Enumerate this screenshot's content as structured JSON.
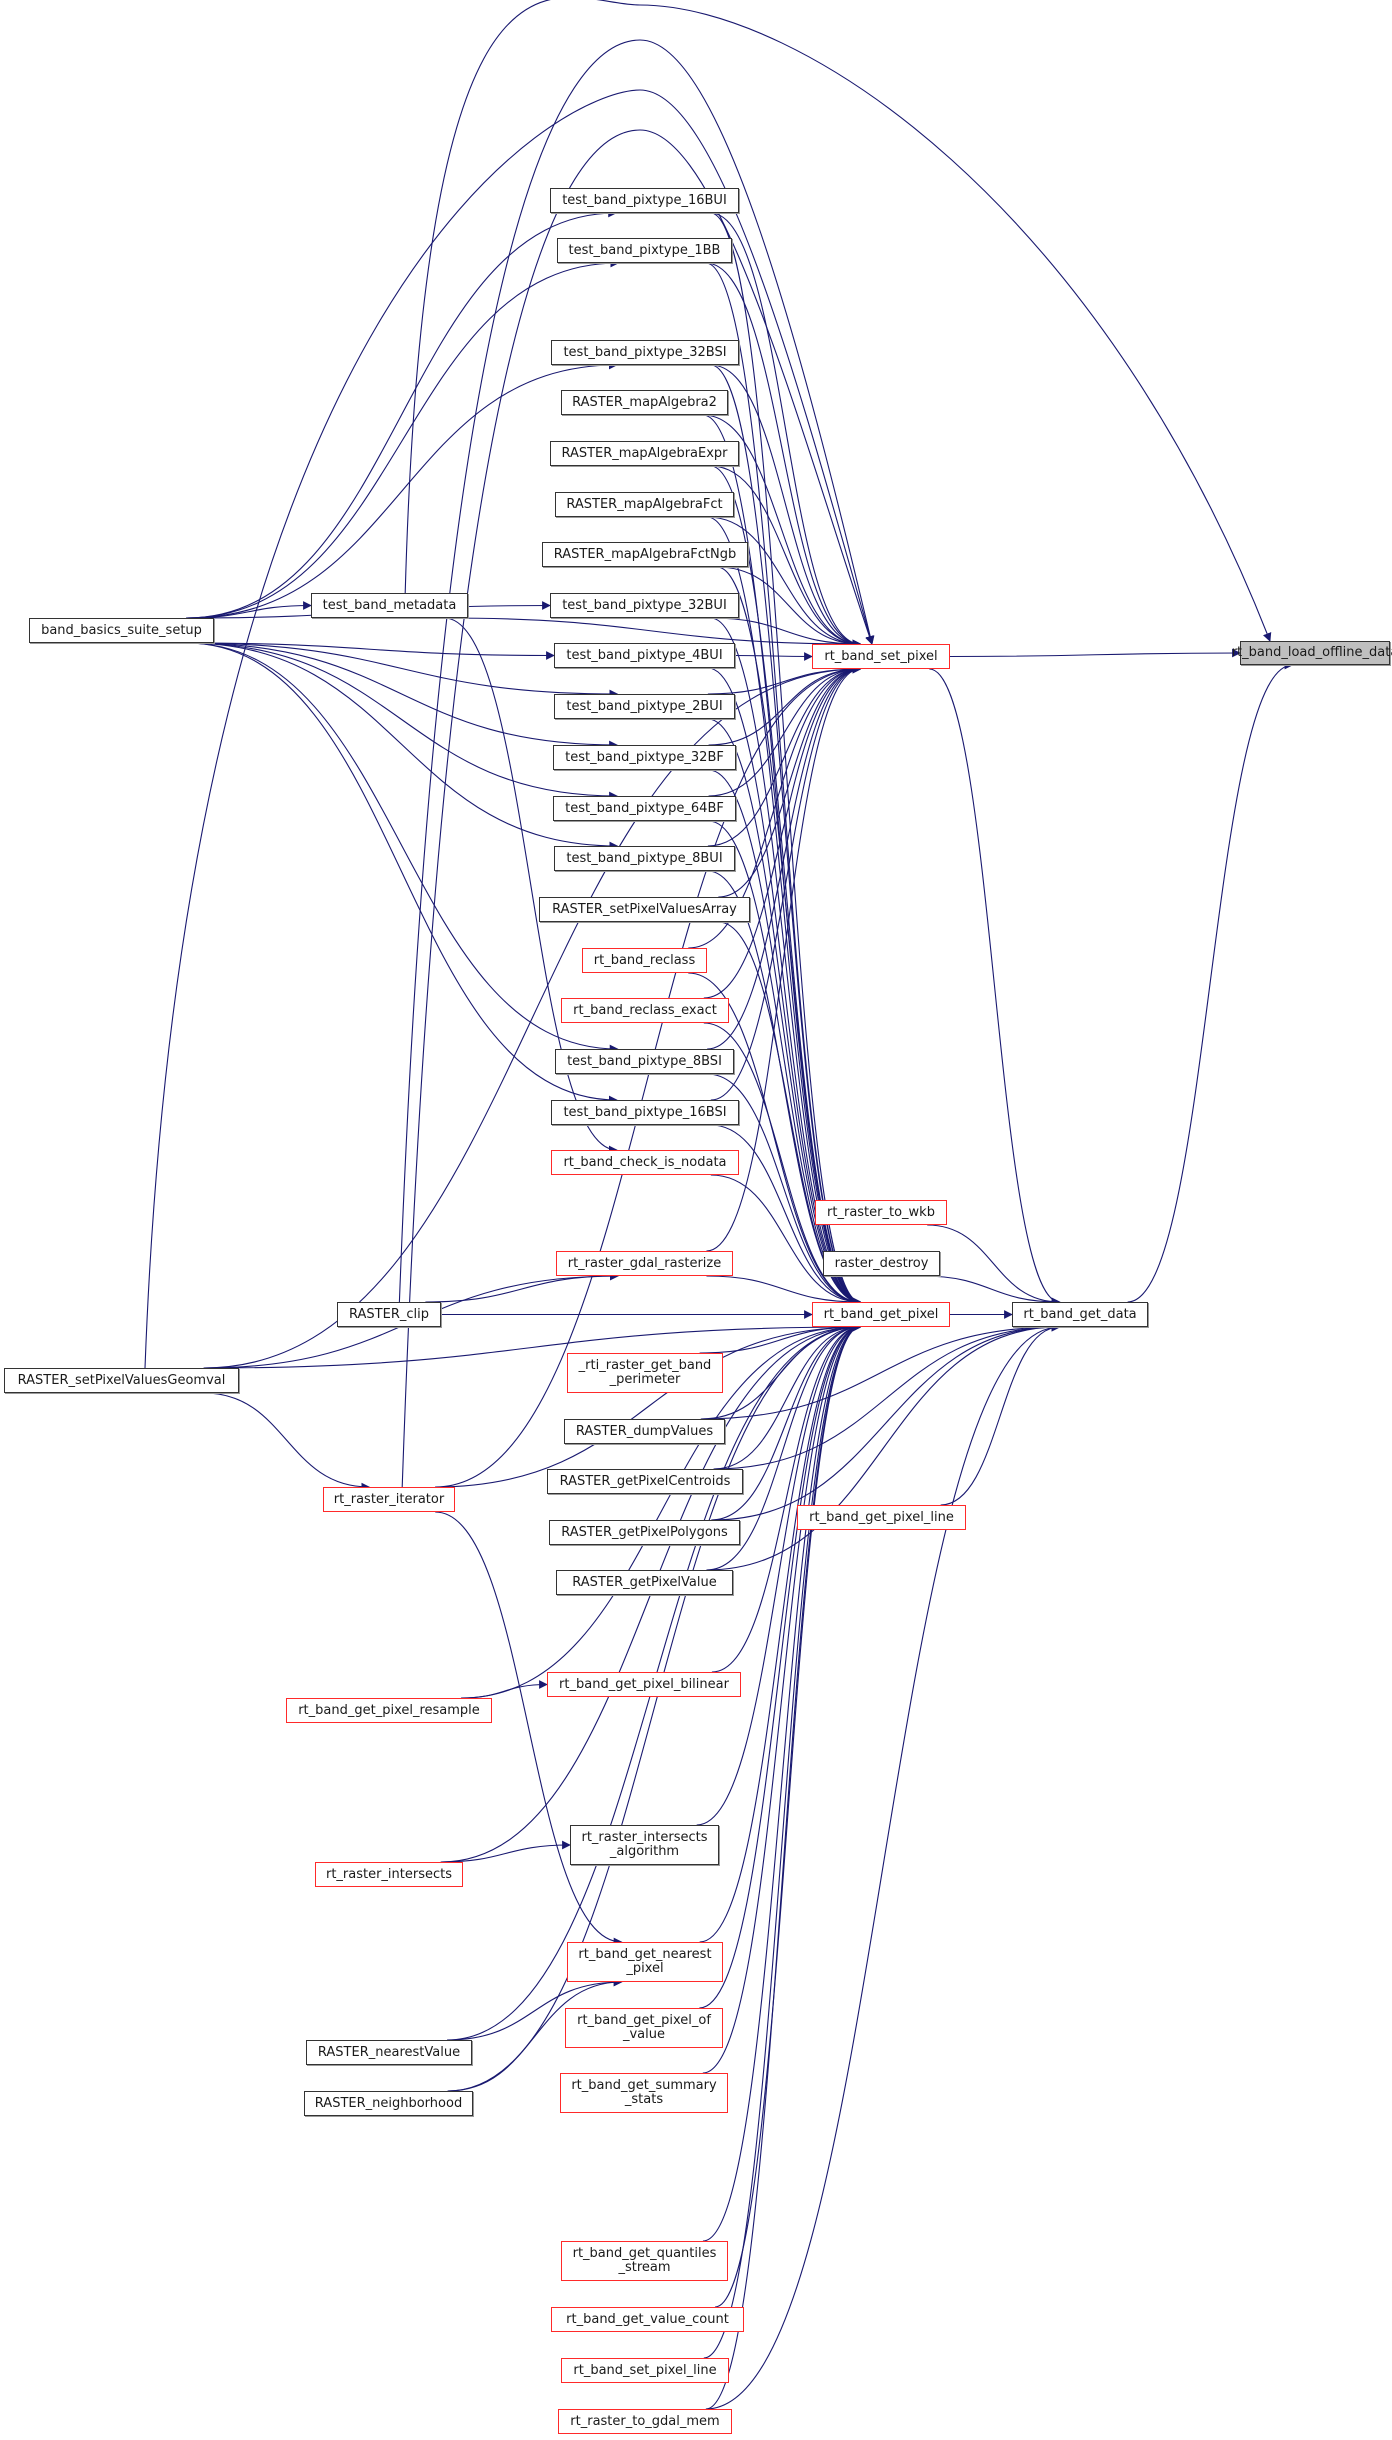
{
  "diagram": {
    "type": "doxygen-caller-graph",
    "focus_function": "rt_band_load_offline_data",
    "colors": {
      "edge": "#191970",
      "node_border_documented": "#333333",
      "node_border_external": "#ff0000",
      "focus_fill": "#bfbfbf"
    }
  },
  "nodes": [
    {
      "id": "rt_band_load_offline_data",
      "label": "rt_band_load_offline_data",
      "style": "target"
    },
    {
      "id": "rt_band_set_pixel",
      "label": "rt_band_set_pixel",
      "style": "red"
    },
    {
      "id": "rt_band_get_data",
      "label": "rt_band_get_data",
      "style": "black"
    },
    {
      "id": "rt_band_get_pixel",
      "label": "rt_band_get_pixel",
      "style": "red"
    },
    {
      "id": "test_band_pixtype_16BUI",
      "label": "test_band_pixtype_16BUI",
      "style": "black"
    },
    {
      "id": "test_band_pixtype_1BB",
      "label": "test_band_pixtype_1BB",
      "style": "black"
    },
    {
      "id": "test_band_pixtype_32BSI",
      "label": "test_band_pixtype_32BSI",
      "style": "black"
    },
    {
      "id": "RASTER_mapAlgebra2",
      "label": "RASTER_mapAlgebra2",
      "style": "black"
    },
    {
      "id": "RASTER_mapAlgebraExpr",
      "label": "RASTER_mapAlgebraExpr",
      "style": "black"
    },
    {
      "id": "RASTER_mapAlgebraFct",
      "label": "RASTER_mapAlgebraFct",
      "style": "black"
    },
    {
      "id": "RASTER_mapAlgebraFctNgb",
      "label": "RASTER_mapAlgebraFctNgb",
      "style": "black"
    },
    {
      "id": "test_band_pixtype_32BUI",
      "label": "test_band_pixtype_32BUI",
      "style": "black"
    },
    {
      "id": "test_band_pixtype_4BUI",
      "label": "test_band_pixtype_4BUI",
      "style": "black"
    },
    {
      "id": "test_band_pixtype_2BUI",
      "label": "test_band_pixtype_2BUI",
      "style": "black"
    },
    {
      "id": "test_band_pixtype_32BF",
      "label": "test_band_pixtype_32BF",
      "style": "black"
    },
    {
      "id": "test_band_pixtype_64BF",
      "label": "test_band_pixtype_64BF",
      "style": "black"
    },
    {
      "id": "test_band_pixtype_8BUI",
      "label": "test_band_pixtype_8BUI",
      "style": "black"
    },
    {
      "id": "RASTER_setPixelValuesArray",
      "label": "RASTER_setPixelValuesArray",
      "style": "black"
    },
    {
      "id": "rt_band_reclass",
      "label": "rt_band_reclass",
      "style": "red"
    },
    {
      "id": "rt_band_reclass_exact",
      "label": "rt_band_reclass_exact",
      "style": "red"
    },
    {
      "id": "test_band_pixtype_8BSI",
      "label": "test_band_pixtype_8BSI",
      "style": "black"
    },
    {
      "id": "test_band_pixtype_16BSI",
      "label": "test_band_pixtype_16BSI",
      "style": "black"
    },
    {
      "id": "rt_band_check_is_nodata",
      "label": "rt_band_check_is_nodata",
      "style": "red"
    },
    {
      "id": "rt_raster_gdal_rasterize",
      "label": "rt_raster_gdal_rasterize",
      "style": "red"
    },
    {
      "id": "rt_raster_to_wkb",
      "label": "rt_raster_to_wkb",
      "style": "red"
    },
    {
      "id": "raster_destroy",
      "label": "raster_destroy",
      "style": "black"
    },
    {
      "id": "band_basics_suite_setup",
      "label": "band_basics_suite_setup",
      "style": "black"
    },
    {
      "id": "test_band_metadata",
      "label": "test_band_metadata",
      "style": "black"
    },
    {
      "id": "RASTER_clip",
      "label": "RASTER_clip",
      "style": "black"
    },
    {
      "id": "RASTER_setPixelValuesGeomval",
      "label": "RASTER_setPixelValuesGeomval",
      "style": "black"
    },
    {
      "id": "_rti_raster_get_band_perimeter",
      "label": "_rti_raster_get_band\n_perimeter",
      "style": "red"
    },
    {
      "id": "RASTER_dumpValues",
      "label": "RASTER_dumpValues",
      "style": "black"
    },
    {
      "id": "RASTER_getPixelCentroids",
      "label": "RASTER_getPixelCentroids",
      "style": "black"
    },
    {
      "id": "RASTER_getPixelPolygons",
      "label": "RASTER_getPixelPolygons",
      "style": "black"
    },
    {
      "id": "RASTER_getPixelValue",
      "label": "RASTER_getPixelValue",
      "style": "black"
    },
    {
      "id": "rt_band_get_pixel_line",
      "label": "rt_band_get_pixel_line",
      "style": "red"
    },
    {
      "id": "rt_raster_iterator",
      "label": "rt_raster_iterator",
      "style": "red"
    },
    {
      "id": "rt_band_get_pixel_bilinear",
      "label": "rt_band_get_pixel_bilinear",
      "style": "red"
    },
    {
      "id": "rt_band_get_pixel_resample",
      "label": "rt_band_get_pixel_resample",
      "style": "red"
    },
    {
      "id": "rt_raster_intersects_algorithm",
      "label": "rt_raster_intersects\n_algorithm",
      "style": "black"
    },
    {
      "id": "rt_raster_intersects",
      "label": "rt_raster_intersects",
      "style": "red"
    },
    {
      "id": "rt_band_get_nearest_pixel",
      "label": "rt_band_get_nearest\n_pixel",
      "style": "red"
    },
    {
      "id": "rt_band_get_pixel_of_value",
      "label": "rt_band_get_pixel_of\n_value",
      "style": "red"
    },
    {
      "id": "RASTER_nearestValue",
      "label": "RASTER_nearestValue",
      "style": "black"
    },
    {
      "id": "RASTER_neighborhood",
      "label": "RASTER_neighborhood",
      "style": "black"
    },
    {
      "id": "rt_band_get_summary_stats",
      "label": "rt_band_get_summary\n_stats",
      "style": "red"
    },
    {
      "id": "rt_band_get_quantiles_stream",
      "label": "rt_band_get_quantiles\n_stream",
      "style": "red"
    },
    {
      "id": "rt_band_get_value_count",
      "label": "rt_band_get_value_count",
      "style": "red"
    },
    {
      "id": "rt_band_set_pixel_line",
      "label": "rt_band_set_pixel_line",
      "style": "red"
    },
    {
      "id": "rt_raster_to_gdal_mem",
      "label": "rt_raster_to_gdal_mem",
      "style": "red"
    }
  ],
  "edges": [
    [
      "rt_band_set_pixel",
      "rt_band_load_offline_data"
    ],
    [
      "rt_band_get_data",
      "rt_band_load_offline_data"
    ],
    [
      "rt_band_get_pixel",
      "rt_band_get_data"
    ],
    [
      "rt_band_set_pixel",
      "rt_band_get_data"
    ],
    [
      "rt_raster_to_wkb",
      "rt_band_get_data"
    ],
    [
      "raster_destroy",
      "rt_band_get_data"
    ],
    [
      "rt_band_get_pixel_line",
      "rt_band_get_data"
    ],
    [
      "RASTER_dumpValues",
      "rt_band_get_data"
    ],
    [
      "RASTER_getPixelCentroids",
      "rt_band_get_data"
    ],
    [
      "RASTER_getPixelPolygons",
      "rt_band_get_data"
    ],
    [
      "RASTER_getPixelValue",
      "rt_band_get_data"
    ],
    [
      "rt_raster_to_gdal_mem",
      "rt_band_get_data"
    ],
    [
      "test_band_pixtype_16BUI",
      "rt_band_set_pixel"
    ],
    [
      "test_band_pixtype_1BB",
      "rt_band_set_pixel"
    ],
    [
      "test_band_pixtype_32BSI",
      "rt_band_set_pixel"
    ],
    [
      "RASTER_mapAlgebra2",
      "rt_band_set_pixel"
    ],
    [
      "RASTER_mapAlgebraExpr",
      "rt_band_set_pixel"
    ],
    [
      "RASTER_mapAlgebraFct",
      "rt_band_set_pixel"
    ],
    [
      "RASTER_mapAlgebraFctNgb",
      "rt_band_set_pixel"
    ],
    [
      "test_band_pixtype_32BUI",
      "rt_band_set_pixel"
    ],
    [
      "test_band_pixtype_4BUI",
      "rt_band_set_pixel"
    ],
    [
      "test_band_pixtype_2BUI",
      "rt_band_set_pixel"
    ],
    [
      "test_band_pixtype_32BF",
      "rt_band_set_pixel"
    ],
    [
      "test_band_pixtype_64BF",
      "rt_band_set_pixel"
    ],
    [
      "test_band_pixtype_8BUI",
      "rt_band_set_pixel"
    ],
    [
      "RASTER_setPixelValuesArray",
      "rt_band_set_pixel"
    ],
    [
      "rt_band_reclass",
      "rt_band_set_pixel"
    ],
    [
      "rt_band_reclass_exact",
      "rt_band_set_pixel"
    ],
    [
      "test_band_pixtype_8BSI",
      "rt_band_set_pixel"
    ],
    [
      "test_band_pixtype_16BSI",
      "rt_band_set_pixel"
    ],
    [
      "rt_raster_gdal_rasterize",
      "rt_band_set_pixel"
    ],
    [
      "RASTER_setPixelValuesGeomval",
      "rt_band_set_pixel"
    ],
    [
      "rt_raster_iterator",
      "rt_band_set_pixel"
    ],
    [
      "test_band_metadata",
      "rt_band_set_pixel"
    ],
    [
      "test_band_pixtype_16BUI",
      "rt_band_get_pixel"
    ],
    [
      "test_band_pixtype_1BB",
      "rt_band_get_pixel"
    ],
    [
      "test_band_pixtype_32BSI",
      "rt_band_get_pixel"
    ],
    [
      "RASTER_mapAlgebra2",
      "rt_band_get_pixel"
    ],
    [
      "RASTER_mapAlgebraExpr",
      "rt_band_get_pixel"
    ],
    [
      "RASTER_mapAlgebraFct",
      "rt_band_get_pixel"
    ],
    [
      "RASTER_mapAlgebraFctNgb",
      "rt_band_get_pixel"
    ],
    [
      "test_band_pixtype_32BUI",
      "rt_band_get_pixel"
    ],
    [
      "test_band_pixtype_4BUI",
      "rt_band_get_pixel"
    ],
    [
      "test_band_pixtype_2BUI",
      "rt_band_get_pixel"
    ],
    [
      "test_band_pixtype_32BF",
      "rt_band_get_pixel"
    ],
    [
      "test_band_pixtype_64BF",
      "rt_band_get_pixel"
    ],
    [
      "test_band_pixtype_8BUI",
      "rt_band_get_pixel"
    ],
    [
      "RASTER_setPixelValuesArray",
      "rt_band_get_pixel"
    ],
    [
      "rt_band_reclass",
      "rt_band_get_pixel"
    ],
    [
      "rt_band_reclass_exact",
      "rt_band_get_pixel"
    ],
    [
      "test_band_pixtype_8BSI",
      "rt_band_get_pixel"
    ],
    [
      "test_band_pixtype_16BSI",
      "rt_band_get_pixel"
    ],
    [
      "rt_band_check_is_nodata",
      "rt_band_get_pixel"
    ],
    [
      "rt_raster_gdal_rasterize",
      "rt_band_get_pixel"
    ],
    [
      "RASTER_clip",
      "rt_band_get_pixel"
    ],
    [
      "_rti_raster_get_band_perimeter",
      "rt_band_get_pixel"
    ],
    [
      "RASTER_dumpValues",
      "rt_band_get_pixel"
    ],
    [
      "RASTER_getPixelCentroids",
      "rt_band_get_pixel"
    ],
    [
      "RASTER_getPixelPolygons",
      "rt_band_get_pixel"
    ],
    [
      "RASTER_getPixelValue",
      "rt_band_get_pixel"
    ],
    [
      "rt_raster_iterator",
      "rt_band_get_pixel"
    ],
    [
      "rt_band_get_pixel_bilinear",
      "rt_band_get_pixel"
    ],
    [
      "rt_band_get_pixel_resample",
      "rt_band_get_pixel"
    ],
    [
      "RASTER_setPixelValuesGeomval",
      "rt_band_get_pixel"
    ],
    [
      "rt_raster_intersects_algorithm",
      "rt_band_get_pixel"
    ],
    [
      "rt_raster_intersects",
      "rt_band_get_pixel"
    ],
    [
      "rt_band_get_nearest_pixel",
      "rt_band_get_pixel"
    ],
    [
      "rt_band_get_pixel_of_value",
      "rt_band_get_pixel"
    ],
    [
      "rt_band_get_summary_stats",
      "rt_band_get_pixel"
    ],
    [
      "RASTER_nearestValue",
      "rt_band_get_pixel"
    ],
    [
      "RASTER_neighborhood",
      "rt_band_get_pixel"
    ],
    [
      "rt_band_get_quantiles_stream",
      "rt_band_get_pixel"
    ],
    [
      "rt_band_get_value_count",
      "rt_band_get_pixel"
    ],
    [
      "rt_band_set_pixel_line",
      "rt_band_get_pixel"
    ],
    [
      "rt_raster_to_gdal_mem",
      "rt_band_get_pixel"
    ],
    [
      "band_basics_suite_setup",
      "test_band_metadata"
    ],
    [
      "band_basics_suite_setup",
      "test_band_pixtype_16BUI"
    ],
    [
      "band_basics_suite_setup",
      "test_band_pixtype_1BB"
    ],
    [
      "band_basics_suite_setup",
      "test_band_pixtype_32BSI"
    ],
    [
      "band_basics_suite_setup",
      "test_band_pixtype_32BUI"
    ],
    [
      "band_basics_suite_setup",
      "test_band_pixtype_4BUI"
    ],
    [
      "band_basics_suite_setup",
      "test_band_pixtype_2BUI"
    ],
    [
      "band_basics_suite_setup",
      "test_band_pixtype_32BF"
    ],
    [
      "band_basics_suite_setup",
      "test_band_pixtype_64BF"
    ],
    [
      "band_basics_suite_setup",
      "test_band_pixtype_8BUI"
    ],
    [
      "band_basics_suite_setup",
      "test_band_pixtype_8BSI"
    ],
    [
      "band_basics_suite_setup",
      "test_band_pixtype_16BSI"
    ],
    [
      "test_band_metadata",
      "rt_band_check_is_nodata"
    ],
    [
      "RASTER_setPixelValuesGeomval",
      "rt_raster_gdal_rasterize"
    ],
    [
      "RASTER_clip",
      "rt_raster_gdal_rasterize"
    ],
    [
      "RASTER_setPixelValuesGeomval",
      "rt_raster_iterator"
    ],
    [
      "rt_raster_iterator",
      "rt_band_get_nearest_pixel"
    ],
    [
      "rt_band_get_pixel_resample",
      "rt_band_get_pixel_bilinear"
    ],
    [
      "rt_raster_intersects",
      "rt_raster_intersects_algorithm"
    ],
    [
      "RASTER_nearestValue",
      "rt_band_get_nearest_pixel"
    ],
    [
      "RASTER_neighborhood",
      "rt_band_get_nearest_pixel"
    ]
  ]
}
